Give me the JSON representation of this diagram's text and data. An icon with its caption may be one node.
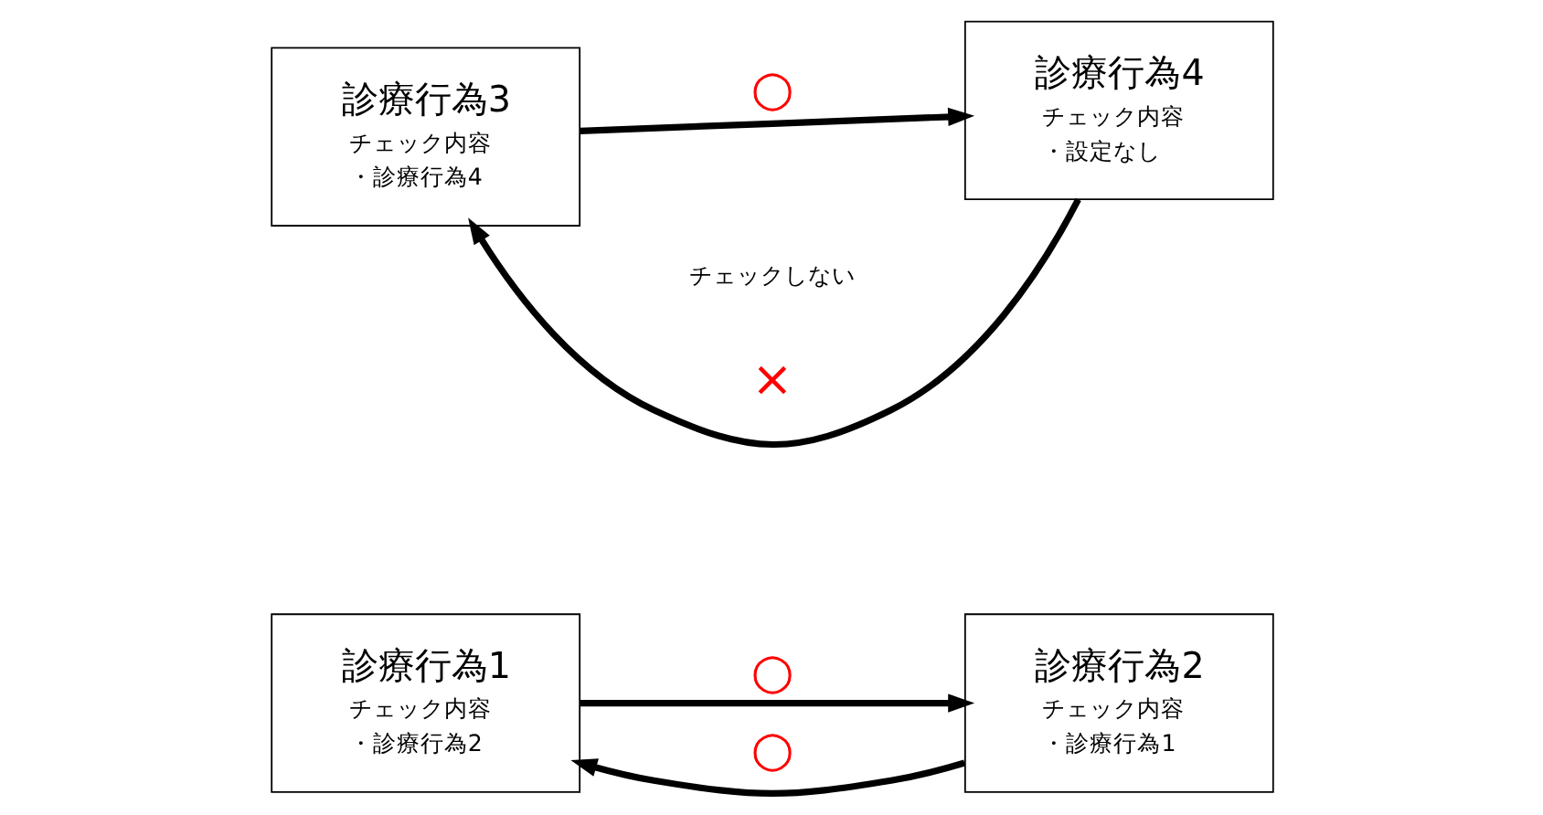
{
  "diagram": {
    "nodes": [
      {
        "text": [
          "診療行為1",
          "チェック内容",
          "・診療行為2"
        ]
      },
      {
        "text": [
          "診療行為2",
          "チェック内容",
          "・診療行為1"
        ]
      },
      {
        "text": [
          "診療行為3",
          "チェック内容",
          "・診療行為4"
        ]
      },
      {
        "text": [
          "診療行為4",
          "チェック内容",
          "・設定なし"
        ]
      }
    ],
    "edges": [
      {
        "from": 0,
        "to": 1,
        "arrow": "to",
        "label": "○"
      },
      {
        "from": 1,
        "to": 0,
        "arrow": "to",
        "label": "○"
      },
      {
        "from": 2,
        "to": 3,
        "arrow": "to",
        "label": "○"
      },
      {
        "from": 3,
        "to": 2,
        "arrow": "to",
        "label": "×"
      }
    ],
    "labels": [
      "チェックしない"
    ]
  }
}
